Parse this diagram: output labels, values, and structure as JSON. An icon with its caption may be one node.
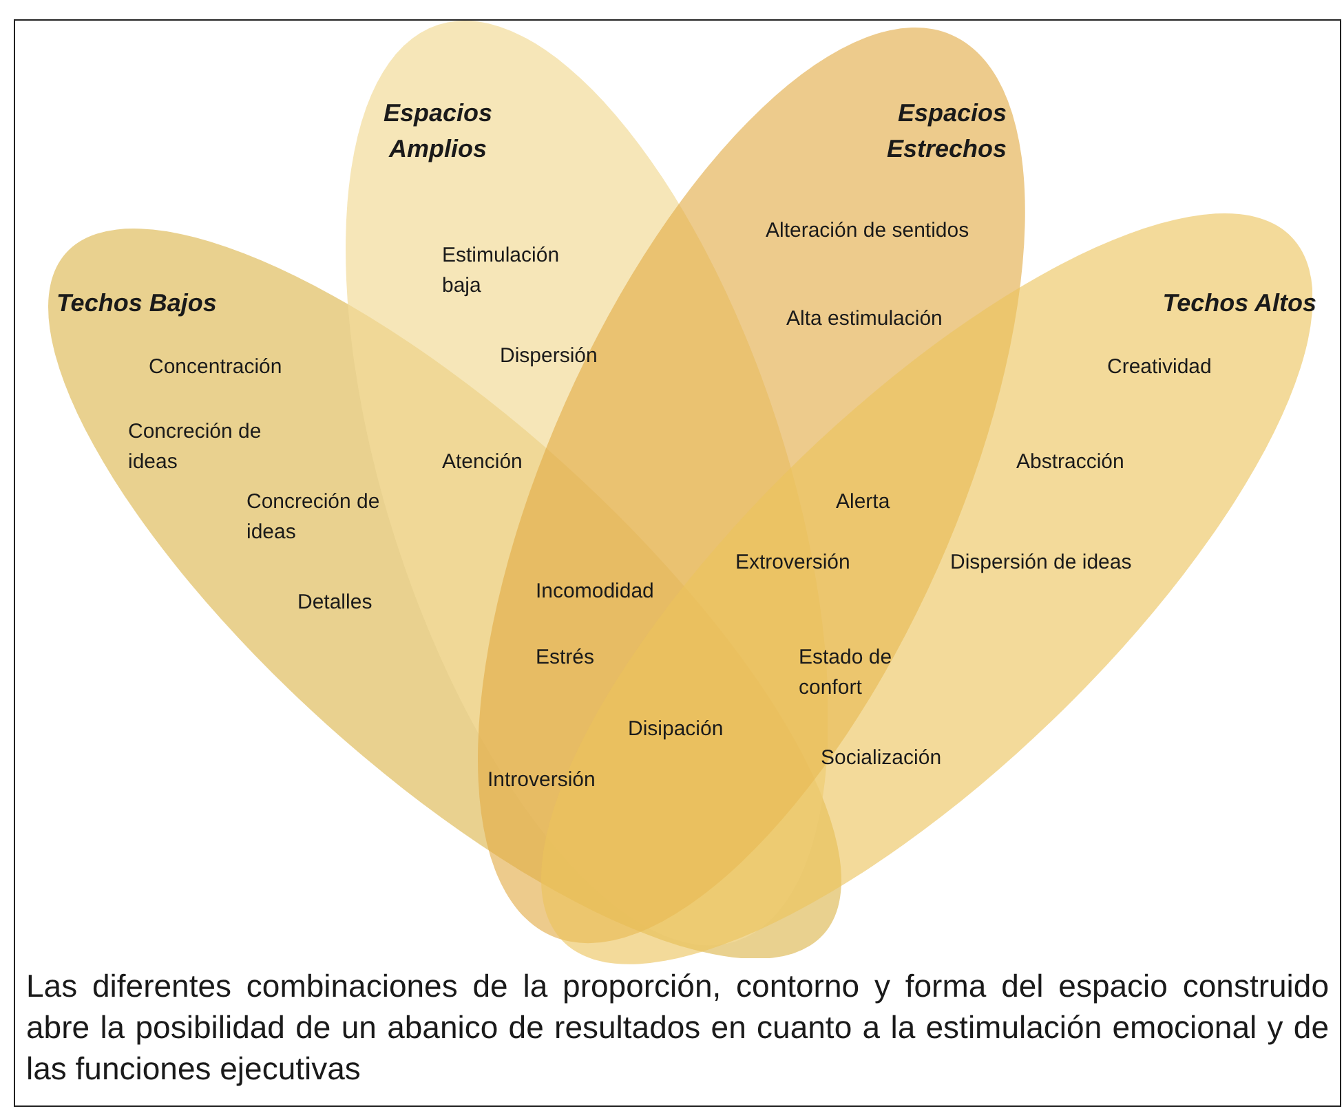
{
  "diagram": {
    "caption": "Las diferentes combinaciones de la proporción, contorno y forma del espacio construido abre la posibilidad de un abanico de resultados en cuanto a la estimulación emocional y de las funciones ejecutivas",
    "nodes": [
      {
        "text": [
          "Techos Bajos"
        ]
      },
      {
        "text": [
          "Espacios Amplios"
        ]
      },
      {
        "text": [
          "Espacios Estrechos"
        ]
      },
      {
        "text": [
          "Techos Altos"
        ]
      }
    ],
    "labels": [
      "Estimulación baja",
      "Alteración de sentidos",
      "Alta estimulación",
      "Dispersión",
      "Concentración",
      "Creatividad",
      "Concreción de ideas",
      "Atención",
      "Abstracción",
      "Concreción de ideas",
      "Alerta",
      "Extroversión",
      "Dispersión de ideas",
      "Incomodidad",
      "Detalles",
      "Estrés",
      "Estado de confort",
      "Disipación",
      "Socialización",
      "Introversión"
    ]
  }
}
